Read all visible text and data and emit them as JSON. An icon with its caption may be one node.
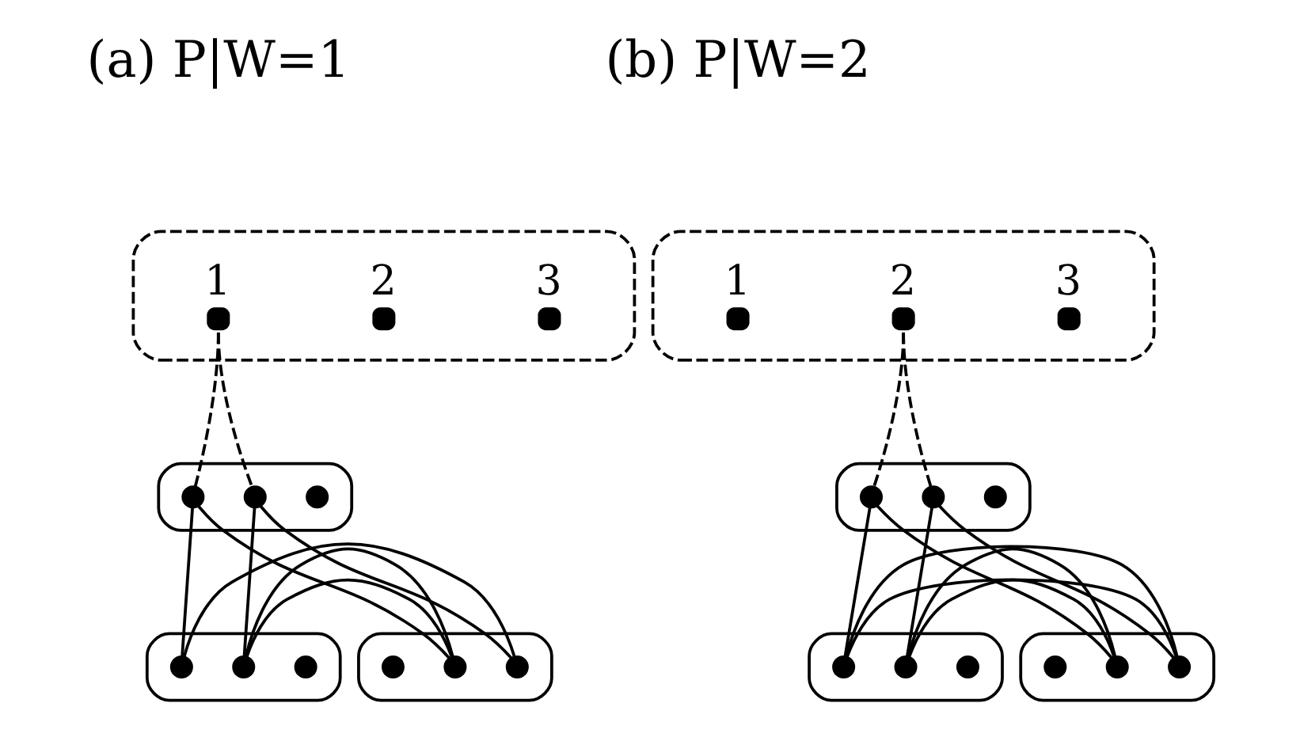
{
  "diagram": {
    "nodes": [
      {
        "text": [],
        "shape": "ellipse"
      },
      {
        "text": [],
        "shape": "circle",
        "in": 0,
        "beside": [
          "1"
        ]
      },
      {
        "text": [],
        "shape": "circle",
        "in": 0,
        "beside": [
          "2"
        ]
      },
      {
        "text": [],
        "shape": "circle",
        "in": 0,
        "beside": [
          "3"
        ]
      },
      {
        "text": [],
        "shape": "ellipse"
      },
      {
        "text": [],
        "shape": "circle",
        "in": 4
      },
      {
        "text": [],
        "shape": "circle",
        "in": 4
      },
      {
        "text": [],
        "shape": "circle",
        "in": 4
      },
      {
        "text": [],
        "shape": "ellipse"
      },
      {
        "text": [],
        "shape": "circle",
        "in": 8
      },
      {
        "text": [],
        "shape": "circle",
        "in": 8
      },
      {
        "text": [],
        "shape": "circle",
        "in": 8
      },
      {
        "text": [],
        "shape": "ellipse"
      },
      {
        "text": [],
        "shape": "circle",
        "in": 12
      },
      {
        "text": [],
        "shape": "circle",
        "in": 12
      },
      {
        "text": [],
        "shape": "circle",
        "in": 12
      },
      {
        "text": [],
        "shape": "ellipse"
      },
      {
        "text": [],
        "shape": "circle",
        "in": 16,
        "beside": [
          "1"
        ]
      },
      {
        "text": [],
        "shape": "circle",
        "in": 16,
        "beside": [
          "2"
        ]
      },
      {
        "text": [],
        "shape": "circle",
        "in": 16,
        "beside": [
          "3"
        ]
      },
      {
        "text": [],
        "shape": "ellipse"
      },
      {
        "text": [],
        "shape": "circle",
        "in": 20
      },
      {
        "text": [],
        "shape": "circle",
        "in": 20
      },
      {
        "text": [],
        "shape": "circle",
        "in": 20
      },
      {
        "text": [],
        "shape": "ellipse"
      },
      {
        "text": [],
        "shape": "circle",
        "in": 24
      },
      {
        "text": [],
        "shape": "circle",
        "in": 24
      },
      {
        "text": [],
        "shape": "circle",
        "in": 24
      },
      {
        "text": [],
        "shape": "ellipse"
      },
      {
        "text": [],
        "shape": "circle",
        "in": 28
      },
      {
        "text": [],
        "shape": "circle",
        "in": 28
      },
      {
        "text": [],
        "shape": "circle",
        "in": 28
      }
    ],
    "edges": [
      {
        "from": 1,
        "to": 5,
        "arrow": "none",
        "style": "dashed"
      },
      {
        "from": 1,
        "to": 6,
        "arrow": "none",
        "style": "dashed"
      },
      {
        "from": 5,
        "to": 9,
        "arrow": "none"
      },
      {
        "from": 5,
        "to": 14,
        "arrow": "none"
      },
      {
        "from": 6,
        "to": 10,
        "arrow": "none"
      },
      {
        "from": 6,
        "to": 15,
        "arrow": "none"
      },
      {
        "from": 9,
        "to": 15,
        "arrow": "none"
      },
      {
        "from": 10,
        "to": 14,
        "arrow": "none"
      },
      {
        "from": 18,
        "to": 21,
        "arrow": "none",
        "style": "dashed"
      },
      {
        "from": 18,
        "to": 22,
        "arrow": "none",
        "style": "dashed"
      },
      {
        "from": 21,
        "to": 25,
        "arrow": "none"
      },
      {
        "from": 21,
        "to": 30,
        "arrow": "none"
      },
      {
        "from": 22,
        "to": 26,
        "arrow": "none"
      },
      {
        "from": 22,
        "to": 31,
        "arrow": "none"
      },
      {
        "from": 25,
        "to": 31,
        "arrow": "none"
      },
      {
        "from": 26,
        "to": 30,
        "arrow": "none"
      }
    ],
    "labels": [
      "(a) P|W=1",
      "(b) P|W=2"
    ]
  }
}
